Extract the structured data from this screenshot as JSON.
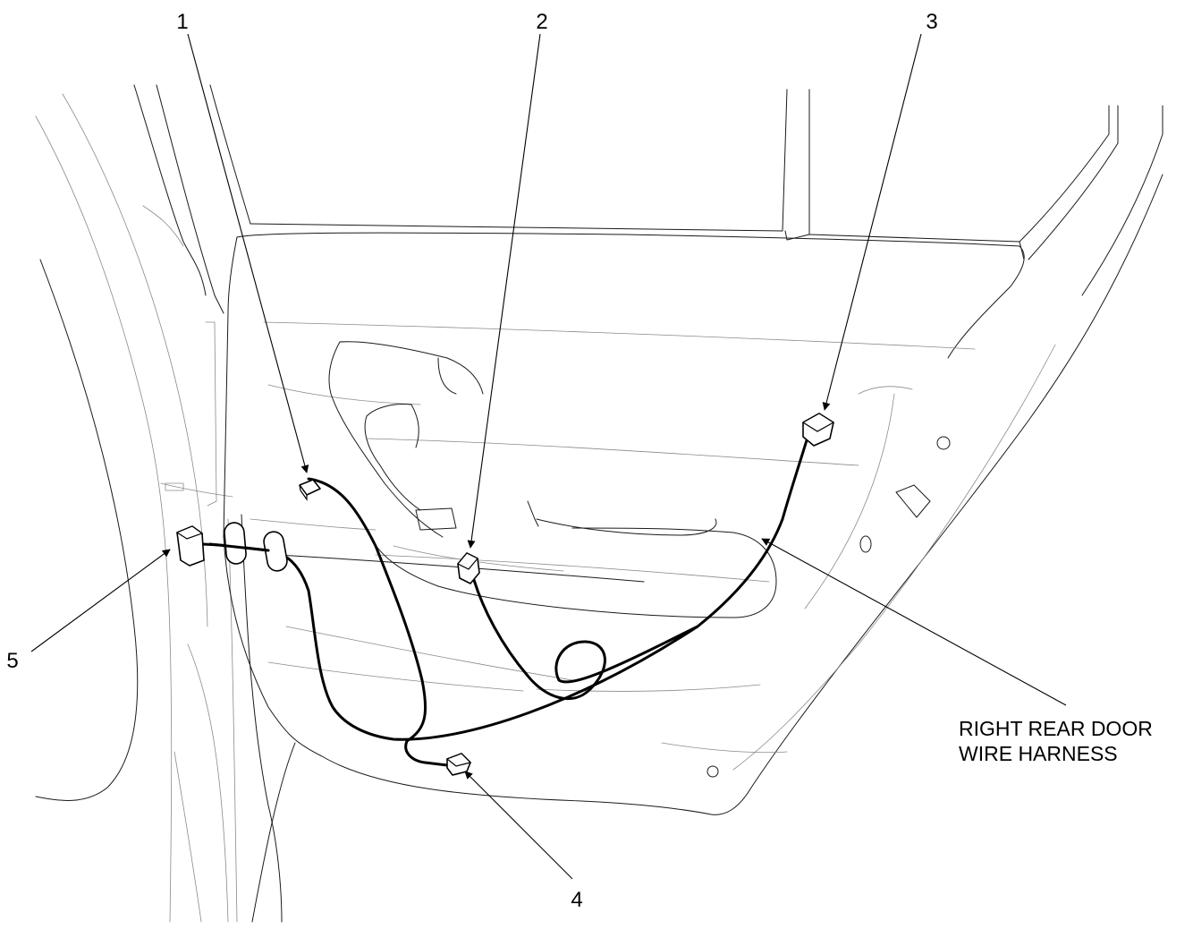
{
  "callouts": {
    "c1": "1",
    "c2": "2",
    "c3": "3",
    "c4": "4",
    "c5": "5",
    "harness_label_line1": "RIGHT REAR DOOR",
    "harness_label_line2": "WIRE HARNESS"
  },
  "icons": {
    "pointer": "arrowhead-icon",
    "connector": "connector-icon",
    "clip": "harness-clip-icon"
  }
}
